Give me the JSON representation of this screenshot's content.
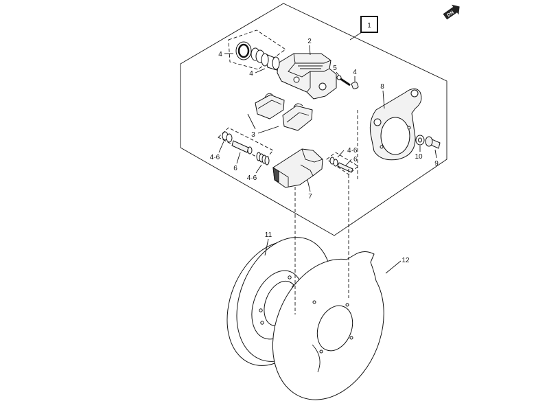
{
  "direction_icon": {
    "icon": "direction-arrow-icon",
    "text": "DN"
  },
  "callouts": [
    "1",
    "2",
    "4",
    "4",
    "5",
    "4",
    "8",
    "3",
    "4·6",
    "6",
    "4·6",
    "7",
    "4·6",
    "6",
    "10",
    "9",
    "11",
    "12"
  ]
}
